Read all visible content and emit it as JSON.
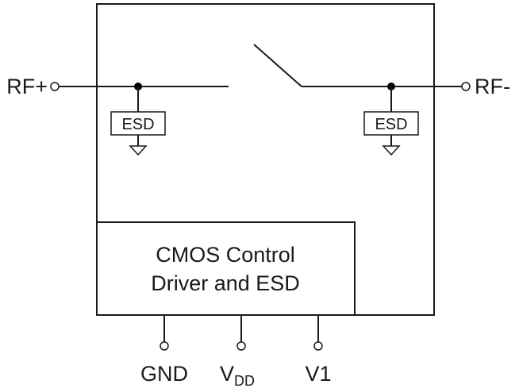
{
  "pins": {
    "rf_plus": "RF+",
    "rf_minus": "RF-",
    "gnd": "GND",
    "vdd_main": "V",
    "vdd_sub": "DD",
    "v1": "V1"
  },
  "esd": {
    "left_label": "ESD",
    "right_label": "ESD"
  },
  "control_block": {
    "line1": "CMOS Control",
    "line2": "Driver and ESD"
  }
}
